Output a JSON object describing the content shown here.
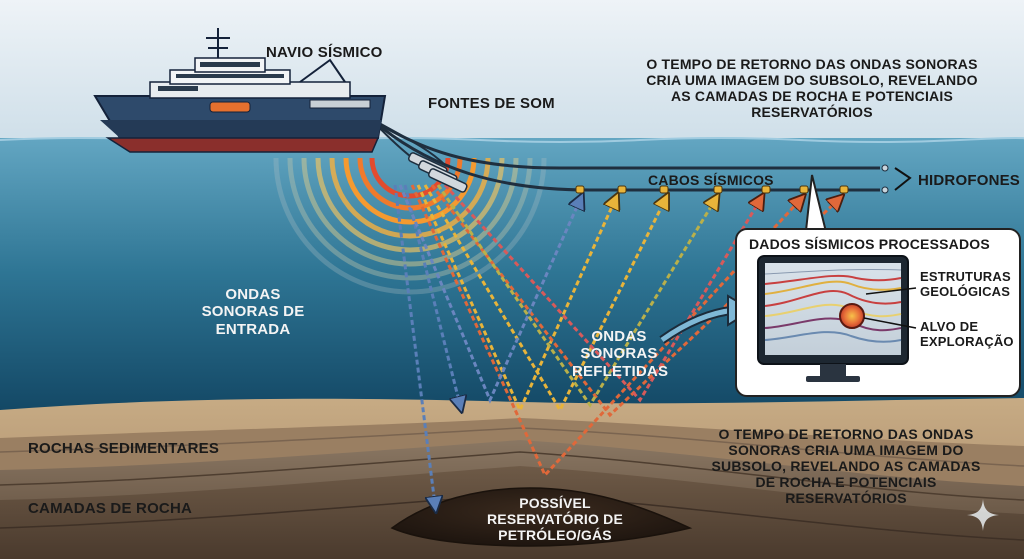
{
  "labels": {
    "ship": "NAVIO SÍSMICO",
    "sound_sources": "FONTES DE SOM",
    "top_note": "O TEMPO DE RETORNO DAS ONDAS SONORAS CRIA UMA IMAGEM DO SUBSOLO, REVELANDO AS CAMADAS DE ROCHA E POTENCIAIS RESERVATÓRIOS",
    "cables": "CABOS SÍSMICOS",
    "hydrophones": "HIDROFONES",
    "incoming_waves": "ONDAS SONORAS DE ENTRADA",
    "reflected_waves": "ONDAS SONORAS REFLETIDAS",
    "processed_data": "DADOS SÍSMICOS PROCESSADOS",
    "geo_structures": "ESTRUTURAS GEOLÓGICAS",
    "exploration_target": "ALVO DE EXPLORAÇÃO",
    "sediment": "ROCHAS SEDIMENTARES",
    "rock_layers": "CAMADAS DE ROCHA",
    "reservoir": "POSSÍVEL RESERVATÓRIO DE PETRÓLEO/GÁS",
    "bottom_note": "O TEMPO DE RETORNO DAS ONDAS SONORAS CRIA UMA IMAGEM DO SUBSOLO, REVELANDO AS CAMADAS DE ROCHA E POTENCIAIS RESERVATÓRIOS"
  },
  "colors": {
    "sky": "#dbe8f2",
    "sea_top": "#5b9ab8",
    "sea_bottom": "#0f4460",
    "seabed": "#b59873",
    "rock": "#6f5b48",
    "hull": "#2e4a6b",
    "wave_warm": "#f08a2c",
    "wave_cool": "#5a7fb8"
  }
}
